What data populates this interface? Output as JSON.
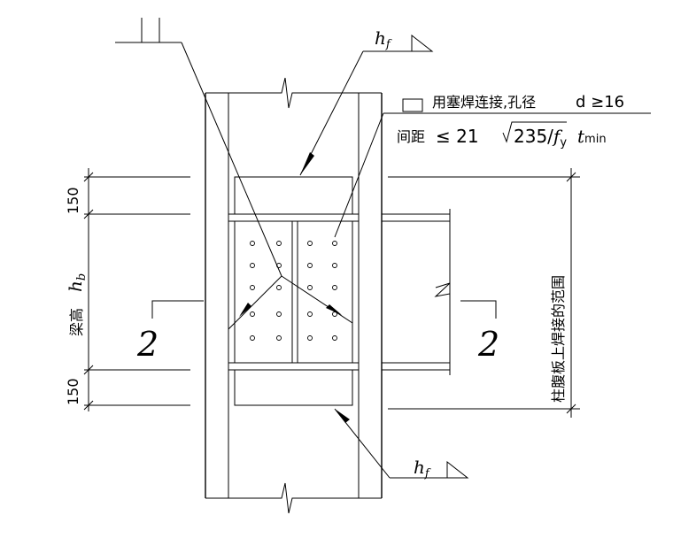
{
  "labels": {
    "hf_top": "h",
    "hf_bottom": "h",
    "hf_sub": "f",
    "plug_weld_note": "用塞焊连接,孔径",
    "hole_dia": "d ≥16",
    "spacing_label": "间距",
    "spacing_formula_prefix": "≤ 21",
    "spacing_radicand": "235/",
    "spacing_fy": "f",
    "spacing_fy_sub": "y",
    "spacing_t": "t",
    "spacing_t_sub": "min",
    "dim_top": "150",
    "dim_bottom": "150",
    "beam_height": "梁高",
    "hb": "h",
    "hb_sub": "b",
    "section_left": "2",
    "section_right": "2",
    "right_vertical_note": "柱腹板上焊接的范围"
  },
  "bolt_grid": {
    "left_group_columns": 2,
    "right_group_columns": 2,
    "rows": 5
  }
}
